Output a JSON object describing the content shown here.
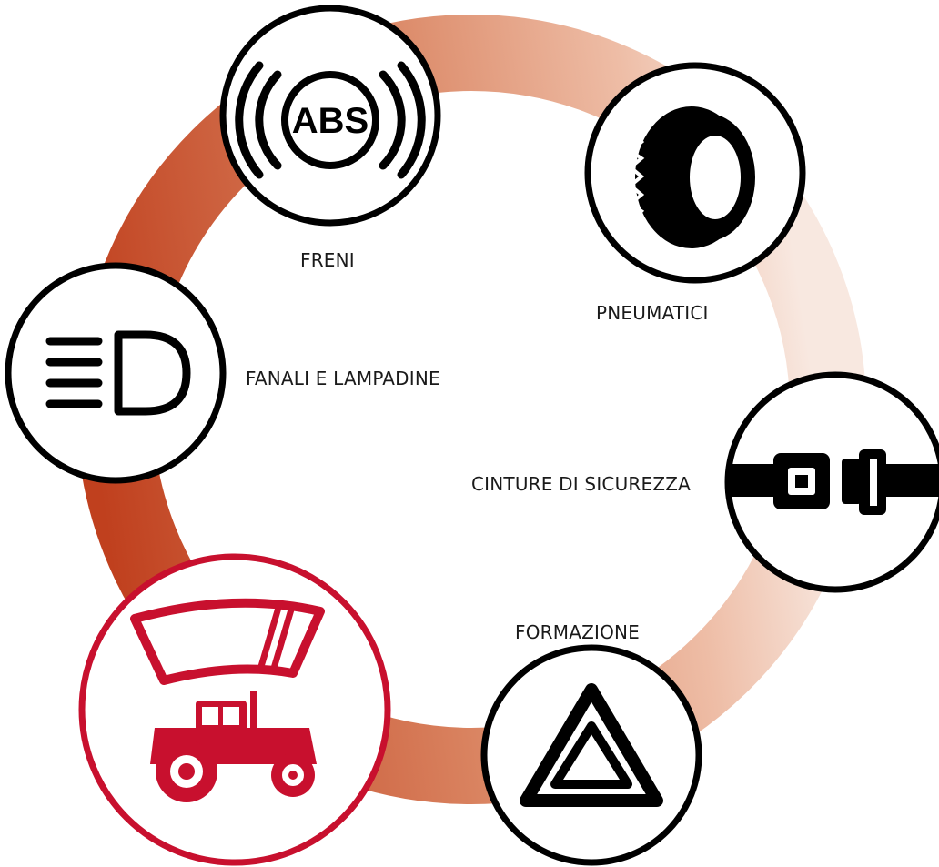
{
  "colors": {
    "ring_dark": "#c0401e",
    "ring_mid": "#d9825f",
    "ring_light": "#f6e3da",
    "highlight": "#c8102e",
    "icon": "#000000",
    "background": "#ffffff"
  },
  "items": [
    {
      "id": "freni",
      "label": "FRENI",
      "icon": "abs-brake-icon",
      "abs_text": "ABS"
    },
    {
      "id": "pneumatici",
      "label": "PNEUMATICI",
      "icon": "tyre-icon"
    },
    {
      "id": "cinture",
      "label": "CINTURE DI SICUREZZA",
      "icon": "seatbelt-icon"
    },
    {
      "id": "formazione",
      "label": "FORMAZIONE",
      "icon": "warning-triangle-icon"
    },
    {
      "id": "trattore",
      "label": "",
      "icon": "tractor-windshield-icon",
      "highlighted": true
    },
    {
      "id": "fanali",
      "label": "FANALI E LAMPADINE",
      "icon": "headlight-icon"
    }
  ]
}
